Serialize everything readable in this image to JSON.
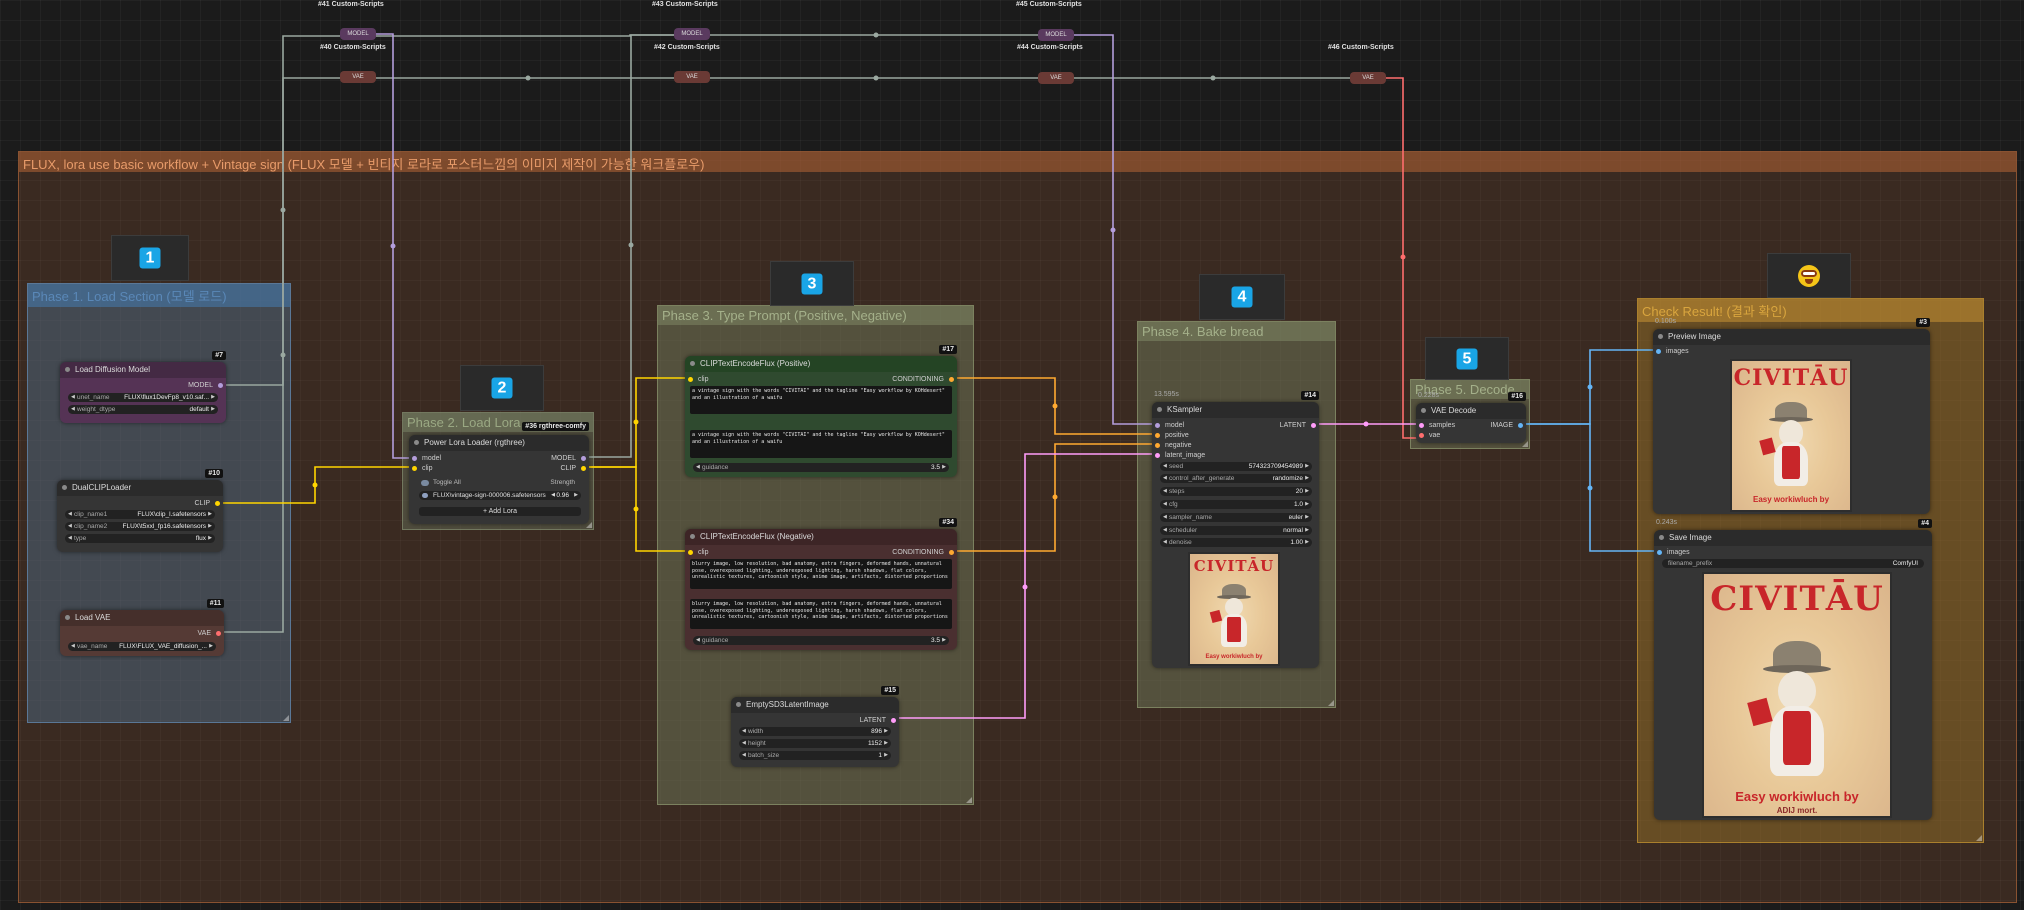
{
  "colors": {
    "model_wire": "#b39ddb",
    "vae_wire": "#ff6e6e",
    "gray_wire": "#9aa8a0",
    "clip_wire": "#ffd500",
    "cond_wire": "#ffa931",
    "latent_wire": "#ff9cf9",
    "image_wire": "#64b5f6",
    "badge_blue": "#19a5e6"
  },
  "main_group": {
    "title": "FLUX, lora use basic workflow + Vintage sign (FLUX 모델 + 빈티지 로라로 포스터느낌의 이미지 제작이 가능한 워크플로우)"
  },
  "groups": {
    "phase1": "Phase 1. Load Section (모델 로드)",
    "phase2": "Phase 2. Load Lora",
    "phase3": "Phase 3. Type Prompt (Positive, Negative)",
    "phase4": "Phase 4. Bake bread",
    "phase5": "Phase 5. Decode",
    "check": "Check Result! (결과 확인)"
  },
  "badges": {
    "b1": "1",
    "b2": "2",
    "b3": "3",
    "b4": "4",
    "b5": "5",
    "emoji_icon": "grinning-face-icon"
  },
  "reroutes": {
    "r41": {
      "label": "#41 Custom-Scripts",
      "type": "MODEL"
    },
    "r40": {
      "label": "#40 Custom-Scripts",
      "type": "VAE"
    },
    "r43": {
      "label": "#43 Custom-Scripts",
      "type": "MODEL"
    },
    "r42": {
      "label": "#42 Custom-Scripts",
      "type": "VAE"
    },
    "r45": {
      "label": "#45 Custom-Scripts",
      "type": "MODEL"
    },
    "r44": {
      "label": "#44 Custom-Scripts",
      "type": "VAE"
    },
    "r46": {
      "label": "#46 Custom-Scripts",
      "type": "VAE"
    }
  },
  "nodes": {
    "load_diffusion": {
      "id": "#7",
      "title": "Load Diffusion Model",
      "out": "MODEL",
      "w1": {
        "label": "unet_name",
        "value": "FLUX\\flux1DevFp8_v10.saf..."
      },
      "w2": {
        "label": "weight_dtype",
        "value": "default"
      }
    },
    "dual_clip": {
      "id": "#10",
      "title": "DualCLIPLoader",
      "out": "CLIP",
      "w1": {
        "label": "clip_name1",
        "value": "FLUX\\clip_l.safetensors"
      },
      "w2": {
        "label": "clip_name2",
        "value": "FLUX\\t5xxl_fp16.safetensors"
      },
      "w3": {
        "label": "type",
        "value": "flux"
      }
    },
    "load_vae": {
      "id": "#11",
      "title": "Load VAE",
      "out": "VAE",
      "w1": {
        "label": "vae_name",
        "value": "FLUX\\FLUX_VAE_diffusion_..."
      }
    },
    "power_lora": {
      "id": "#36 rgthree-comfy",
      "title": "Power Lora Loader (rgthree)",
      "in1": "model",
      "in2": "clip",
      "out1": "MODEL",
      "out2": "CLIP",
      "toggle_label": "Toggle All",
      "strength_label": "Strength",
      "lora_name": "FLUX\\vintage-sign-000006.safetensors",
      "lora_strength": "0.96",
      "add_button": "+ Add Lora"
    },
    "clip_pos": {
      "id": "#17",
      "title": "CLIPTextEncodeFlux (Positive)",
      "in": "clip",
      "out": "CONDITIONING",
      "text1": "a vintage sign with the words \"CIVITAI\" and the tagline \"Easy workflow by KOHdesert\" and an illustration of a waifu",
      "text2": "a vintage sign with the words \"CIVITAI\" and the tagline \"Easy workflow by KOHdesert\" and an illustration of a waifu",
      "guidance_label": "guidance",
      "guidance": "3.5"
    },
    "clip_neg": {
      "id": "#34",
      "title": "CLIPTextEncodeFlux (Negative)",
      "in": "clip",
      "out": "CONDITIONING",
      "text1": "blurry image, low resolution, bad anatomy, extra fingers, deformed hands, unnatural pose, overexposed lighting, underexposed lighting, harsh shadows, flat colors, unrealistic textures, cartoonish style, anime image, artifacts, distorted proportions",
      "text2": "blurry image, low resolution, bad anatomy, extra fingers, deformed hands, unnatural pose, overexposed lighting, underexposed lighting, harsh shadows, flat colors, unrealistic textures, cartoonish style, anime image, artifacts, distorted proportions",
      "guidance_label": "guidance",
      "guidance": "3.5"
    },
    "empty_latent": {
      "id": "#15",
      "title": "EmptySD3LatentImage",
      "out": "LATENT",
      "w1": {
        "label": "width",
        "value": "896"
      },
      "w2": {
        "label": "height",
        "value": "1152"
      },
      "w3": {
        "label": "batch_size",
        "value": "1"
      }
    },
    "ksampler": {
      "id": "#14",
      "time": "13.595s",
      "title": "KSampler",
      "in1": "model",
      "in2": "positive",
      "in3": "negative",
      "in4": "latent_image",
      "out": "LATENT",
      "w1": {
        "label": "seed",
        "value": "574323709454989"
      },
      "w2": {
        "label": "control_after_generate",
        "value": "randomize"
      },
      "w3": {
        "label": "steps",
        "value": "20"
      },
      "w4": {
        "label": "cfg",
        "value": "1.0"
      },
      "w5": {
        "label": "sampler_name",
        "value": "euler"
      },
      "w6": {
        "label": "scheduler",
        "value": "normal"
      },
      "w7": {
        "label": "denoise",
        "value": "1.00"
      }
    },
    "vae_decode": {
      "id": "#16",
      "time": "0.228s",
      "title": "VAE Decode",
      "in1": "samples",
      "in2": "vae",
      "out": "IMAGE"
    },
    "preview_image": {
      "id": "#3",
      "time": "0.100s",
      "title": "Preview Image",
      "in": "images"
    },
    "save_image": {
      "id": "#4",
      "time": "0.243s",
      "title": "Save Image",
      "in": "images",
      "prefix_label": "filename_prefix",
      "prefix": "ComfyUI"
    }
  },
  "poster": {
    "title": "CIVITĀU",
    "subtitle": "Easy workiwluch by",
    "subtitle2": "ADIJ mort."
  }
}
